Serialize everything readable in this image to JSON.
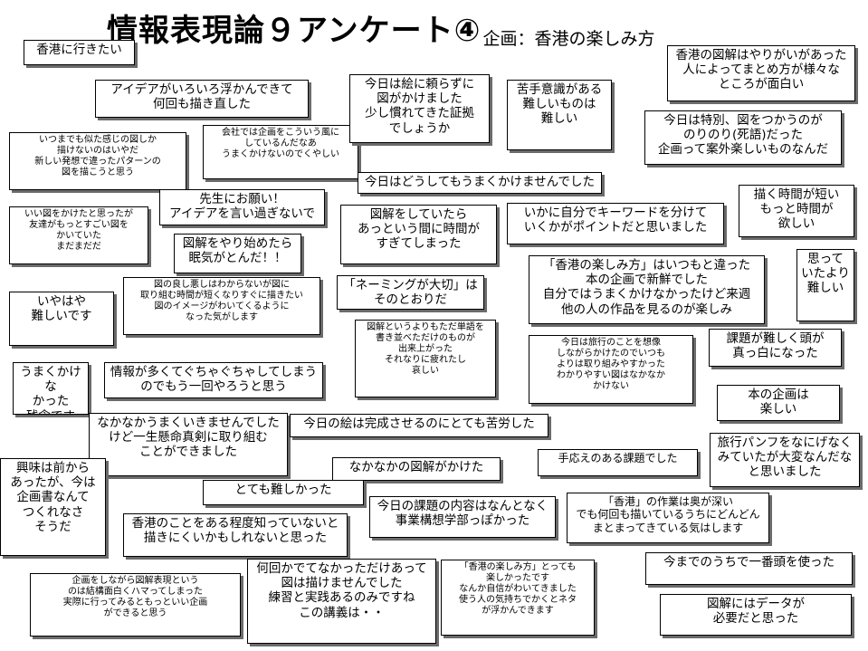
{
  "title": {
    "main": "情報表現論９アンケート④",
    "sub": "企画：香港の楽しみ方"
  },
  "comments": [
    "香港に行きたい",
    "アイデアがいろいろ浮かんできて\n何回も描き直した",
    "いつまでも似た感じの図しか\n描けないのはいやだ\n新しい発想で違ったパターンの\n図を描こうと思う",
    "会社では企画をこういう風に\nしているんだなあ\nうまくかけないのでくやしい",
    "今日は絵に頼らずに\n図がかけました\n少し慣れてきた証拠\nでしょうか",
    "苦手意識がある\n難しいものは\n難しい",
    "香港の図解はやりがいがあった\n人によってまとめ方が様々な\nところが面白い",
    "今日は特別、図をつかうのが\nのりのり(死語)だった\n企画って案外楽しいものなんだ",
    "今日はどうしてもうまくかけませんでした",
    "描く時間が短い\nもっと時間が\n欲しい",
    "先生にお願い！\nアイデアを言い過ぎないで",
    "いい図をかけたと思ったが\n友達がもっとすごい図を\nかいていた\nまだまだだ",
    "図解をやり始めたら\n眠気がとんだ！！",
    "図解をしていたら\nあっという間に時間が\nすぎてしまった",
    "いかに自分でキーワードを分けて\nいくかがポイントだと思いました",
    "「香港の楽しみ方」はいつもと違った\n本の企画で新鮮でした\n自分ではうまくかけなかったけど来週\n他の人の作品を見るのが楽しみ",
    "思って\nいたより\n難しい",
    "いやはや\n難しいです",
    "図の良し悪しはわからないが図に\n取り組む時間が短くなりすぐに描きたい\n図のイメージがわいてくるように\nなった気がします",
    "「ネーミングが大切」は\nそのとおりだ",
    "図解というよりもただ単語を\n書き並べただけのものが\n出来上がった\nそれなりに疲れたし\n哀しい",
    "今日は旅行のことを想像\nしながらかけたのでいつも\nよりは取り組みやすかった\nわかりやすい図はなかなか\nかけない",
    "課題が難しく頭が\n真っ白になった",
    "うまくかけな\nかった\n残念です",
    "情報が多くてぐちゃぐちゃしてしまう\nのでもう一回やろうと思う",
    "本の企画は\n楽しい",
    "なかなかうまくいきませんでした\nけど一生懸命真剣に取り組む\nことができました",
    "今日の絵は完成させるのにとても苦労した",
    "旅行パンフをなにげなく\nみていたが大変なんだな\nと思いました",
    "手応えのある課題でした",
    "興味は前から\nあったが、今は\n企画書なんて\nつくれなさ\nそうだ",
    "なかなかの図解がかけた",
    "とても難しかった",
    "今日の課題の内容はなんとなく\n事業構想学部っぽかった",
    "「香港」の作業は奥が深い\nでも何回も描いているうちにどんどん\nまとまってきている気はします",
    "香港のことをある程度知っていないと\n描きにくいかもしれないと思った",
    "今までのうちで一番頭を使った",
    "企画をしながら図解表現という\nのは結構面白くハマってしまった\n実際に行ってみるともっといい企画\nができると思う",
    "何回かでてなかっただけあって\n図は描けませんでした\n練習と実践あるのみですね\nこの講義は・・",
    "「香港の楽しみ方」とっても\n楽しかったです\nなんか自信がわいてきました\n使う人の気持ちでかくとネタ\nが浮かんできます",
    "図解にはデータが\n必要だと思った"
  ]
}
